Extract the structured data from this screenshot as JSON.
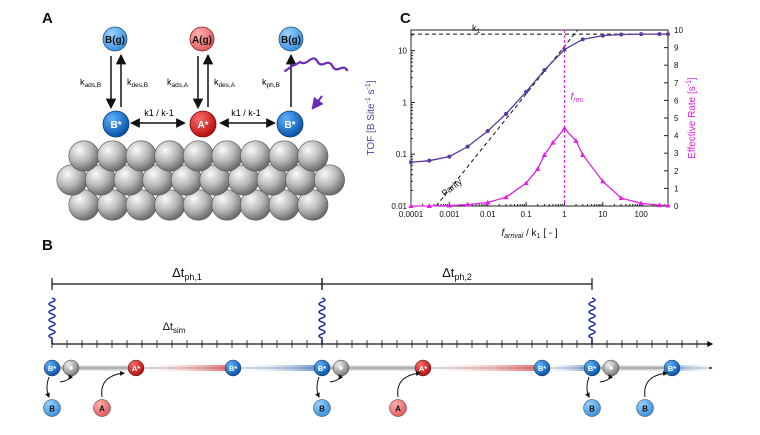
{
  "panels": {
    "a": "A",
    "b": "B",
    "c": "C"
  },
  "panel_a": {
    "gas_species": [
      "B(g)",
      "A(g)",
      "B(g)"
    ],
    "surface_species": [
      "B*",
      "A*",
      "B*"
    ],
    "left_rates": [
      "k",
      "ads,B",
      "k",
      "des,B"
    ],
    "mid_rates": [
      "k",
      "ads,A",
      "k",
      "des,A"
    ],
    "right_rates": [
      "k",
      "ph,B"
    ],
    "hop_label": "k1 / k-1",
    "colors": {
      "blue": "#1f77c9",
      "red": "#e02020",
      "light_blue": "#5aaaf0",
      "light_red": "#f07878",
      "photon": "#6a2bb8"
    }
  },
  "panel_b": {
    "intervals": [
      {
        "main": "Δt",
        "sub": "ph,1"
      },
      {
        "main": "Δt",
        "sub": "ph,2"
      }
    ],
    "sim_label": {
      "main": "Δt",
      "sub": "sim"
    },
    "upper_species": [
      "B*",
      "A*",
      "B*",
      "B*",
      "A*",
      "B*",
      "B*",
      "B*"
    ],
    "lower_species": [
      "B",
      "A",
      "B",
      "A",
      "B",
      "B"
    ]
  },
  "chart_data": {
    "type": "line",
    "x_axis": {
      "label": "f_arrival / k1 [ - ]",
      "scale": "log",
      "ticks": [
        "0.0001",
        "0.001",
        "0.01",
        "0.1",
        "1",
        "10",
        "100"
      ],
      "range": [
        0.0001,
        500
      ]
    },
    "y_left": {
      "label": "TOF [B Site-1 s-1]",
      "scale": "log",
      "ticks": [
        "0.01",
        "0.1",
        "1",
        "10"
      ],
      "range": [
        0.01,
        25
      ]
    },
    "y_right": {
      "label": "Effective Rate [s-1]",
      "scale": "linear",
      "ticks": [
        "0",
        "1",
        "2",
        "3",
        "4",
        "5",
        "6",
        "7",
        "8",
        "9",
        "10"
      ],
      "range": [
        0,
        10
      ]
    },
    "series": [
      {
        "axis": "left",
        "color": "#5b3a9e",
        "x": [
          0.0001,
          0.0003,
          0.001,
          0.003,
          0.01,
          0.03,
          0.1,
          0.3,
          1,
          3,
          10,
          30,
          100,
          300,
          500
        ],
        "y": [
          0.07,
          0.075,
          0.09,
          0.14,
          0.28,
          0.6,
          1.6,
          4.2,
          10.5,
          16.5,
          19.5,
          20.5,
          20.8,
          20.8,
          20.8
        ]
      },
      {
        "axis": "right",
        "color": "#e020e0",
        "x": [
          0.0001,
          0.0003,
          0.001,
          0.003,
          0.01,
          0.03,
          0.1,
          0.2,
          0.3,
          0.5,
          1,
          2,
          3,
          10,
          30,
          100,
          300,
          500
        ],
        "y": [
          0.0,
          0.0,
          0.03,
          0.08,
          0.2,
          0.5,
          1.3,
          2.1,
          2.9,
          3.6,
          4.4,
          3.7,
          2.9,
          1.4,
          0.45,
          0.15,
          0.05,
          0.03
        ]
      }
    ],
    "reference_lines": {
      "parity_label": "Parity",
      "k1_label": "k1",
      "f_res_label": "f res",
      "k1_level": 20.8,
      "f_res_x": 1
    }
  }
}
